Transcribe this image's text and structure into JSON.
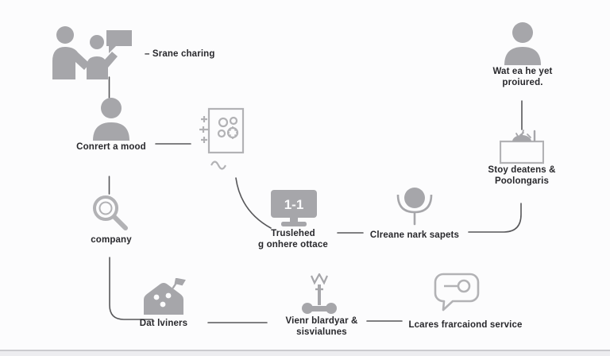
{
  "diagram": {
    "title": "process-flow-diagram",
    "palette": {
      "background": "#fcfcfd",
      "icon_fill": "#a6a6aa",
      "icon_outline": "#b2b2b5",
      "connector": "#57575a",
      "text": "#28282c",
      "bottom_rule": "#cbcbcf"
    },
    "nodes": [
      {
        "id": "sharing",
        "icon": "handshake-people-icon",
        "lines": [
          "– Srane charing"
        ]
      },
      {
        "id": "mood",
        "icon": "person-icon",
        "lines": [
          "Conrert a mood"
        ]
      },
      {
        "id": "machine",
        "icon": "machine-chip-icon",
        "lines": []
      },
      {
        "id": "company",
        "icon": "magnifier-icon",
        "lines": [
          "company"
        ]
      },
      {
        "id": "trusted",
        "icon": "monitor-icon",
        "screen_text": "1-1",
        "lines": [
          "Truslehed",
          "g onhere ottace"
        ]
      },
      {
        "id": "market",
        "icon": "microphone-icon",
        "lines": [
          "Clreane nark sapets"
        ]
      },
      {
        "id": "produced",
        "icon": "person-icon",
        "lines": [
          "Wat ea he yet",
          "proiured."
        ]
      },
      {
        "id": "dealers",
        "icon": "grill-icon",
        "lines": [
          "Stoy deatens &",
          "Poolongaris"
        ]
      },
      {
        "id": "diners",
        "icon": "house-icon",
        "lines": [
          "Dat lviners"
        ]
      },
      {
        "id": "vendor",
        "icon": "trophy-icon",
        "lines": [
          "Vienr blardyar &",
          "sisvialunes"
        ]
      },
      {
        "id": "service",
        "icon": "chat-search-icon",
        "lines": [
          "Lcares frarcaiond service"
        ]
      }
    ]
  }
}
